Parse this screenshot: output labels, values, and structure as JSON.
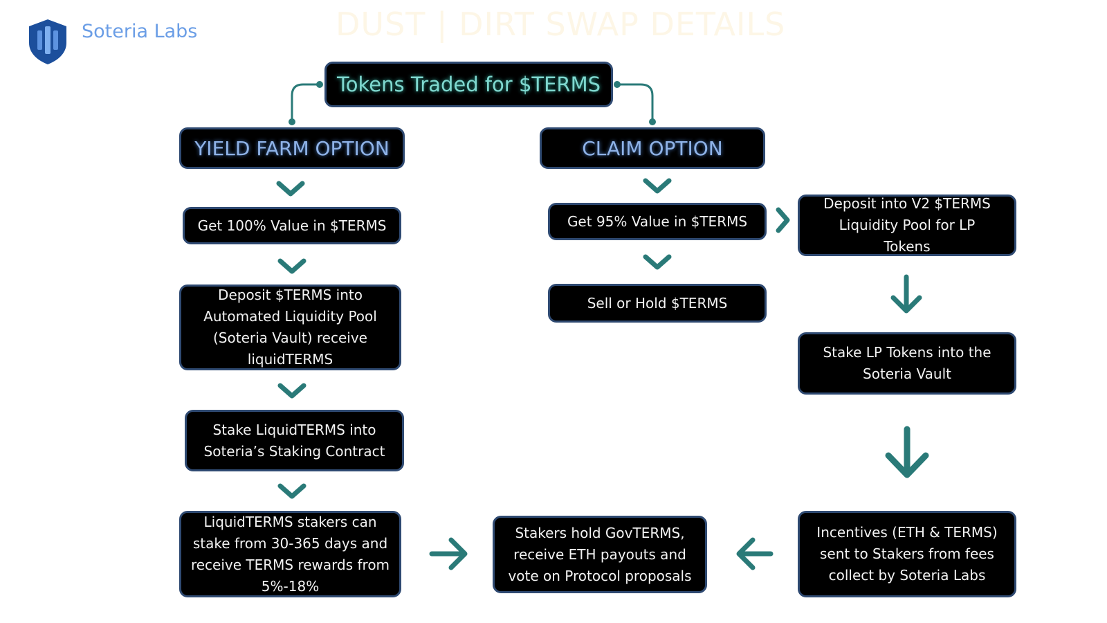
{
  "header": {
    "brand": "Soteria Labs",
    "title": "DUST | DIRT SWAP DETAILS"
  },
  "root": "Tokens Traded for $TERMS",
  "yield": {
    "heading": "YIELD FARM OPTION",
    "steps": [
      "Get 100% Value in $TERMS",
      "Deposit $TERMS into Automated Liquidity Pool (Soteria Vault) receive liquidTERMS",
      "Stake LiquidTERMS into Soteria’s Staking Contract",
      "LiquidTERMS stakers can stake from 30-365 days and receive TERMS rewards from 5%-18%"
    ]
  },
  "claim": {
    "heading": "CLAIM OPTION",
    "steps": [
      "Get 95% Value in $TERMS",
      "Sell or Hold $TERMS"
    ],
    "lp_steps": [
      "Deposit into V2 $TERMS Liquidity Pool for LP Tokens",
      "Stake LP Tokens into the Soteria Vault",
      "Incentives (ETH & TERMS) sent to Stakers from fees collect by Soteria Labs"
    ]
  },
  "outcome": "Stakers hold GovTERMS, receive ETH payouts and vote on Protocol proposals",
  "colors": {
    "accent": "#2a7a78",
    "border": "#2f4a72",
    "brand": "#6b9ee6"
  }
}
